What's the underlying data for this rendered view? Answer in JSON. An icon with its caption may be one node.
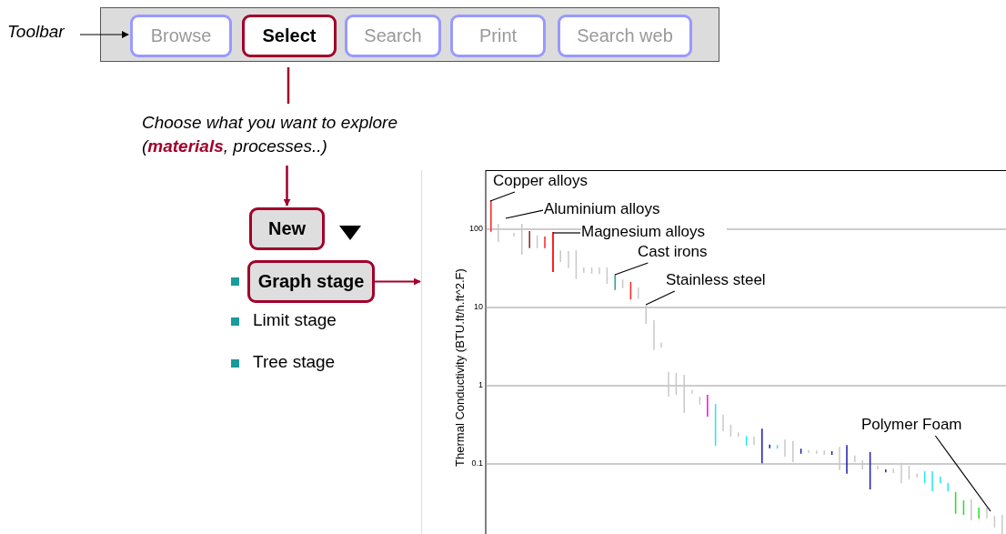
{
  "diagram": {
    "nodes": [
      {
        "text": [
          "Toolbar"
        ]
      },
      {
        "text": [],
        "shape": "bar"
      },
      {
        "text": [
          "Browse"
        ],
        "in": 1
      },
      {
        "text": [
          "Select"
        ],
        "in": 1
      },
      {
        "text": [
          "Search"
        ],
        "in": 1
      },
      {
        "text": [
          "Print"
        ],
        "in": 1
      },
      {
        "text": [
          "Search web"
        ],
        "in": 1
      },
      {
        "text": [
          "Choose what you want to explore (**materials**, processes..)"
        ]
      },
      {
        "text": [
          "New"
        ]
      },
      {
        "text": [
          "Graph stage"
        ]
      },
      {
        "text": [],
        "shape": "picture"
      },
      {
        "text": [
          "Copper alloys"
        ],
        "in": 10
      },
      {
        "text": [
          "Aluminium alloys"
        ],
        "in": 10
      },
      {
        "text": [
          "Magnesium alloys"
        ],
        "in": 10
      },
      {
        "text": [
          "Cast irons"
        ],
        "in": 10
      },
      {
        "text": [
          "Stainless steel"
        ],
        "in": 10
      },
      {
        "text": [
          "Polymer Foam"
        ],
        "in": 10
      },
      {
        "text": [],
        "shape": "bar",
        "in": 10
      }
    ],
    "edges": [
      {
        "from": 0,
        "to": 2,
        "arrow": "to"
      },
      {
        "from": 3,
        "to": 7,
        "arrow": "none",
        "color": "#a0002a"
      },
      {
        "from": 7,
        "to": 8,
        "arrow": "to",
        "color": "#a0002a"
      },
      {
        "from": 9,
        "to": 10,
        "arrow": "to",
        "color": "#a0002a"
      },
      {
        "from": 11,
        "to": null,
        "arrow": "none"
      },
      {
        "from": 12,
        "to": null,
        "arrow": "none"
      },
      {
        "from": 13,
        "to": 17,
        "arrow": "none"
      },
      {
        "from": 14,
        "to": null,
        "arrow": "none"
      },
      {
        "from": 15,
        "to": null,
        "arrow": "none"
      },
      {
        "from": 16,
        "to": null,
        "arrow": "none"
      }
    ],
    "labels": [
      "Limit stage",
      "Tree stage",
      "100",
      "10",
      "1",
      "0.1",
      "Thermal Conductivity (BTU.ft/h.ft^2.F)"
    ]
  }
}
